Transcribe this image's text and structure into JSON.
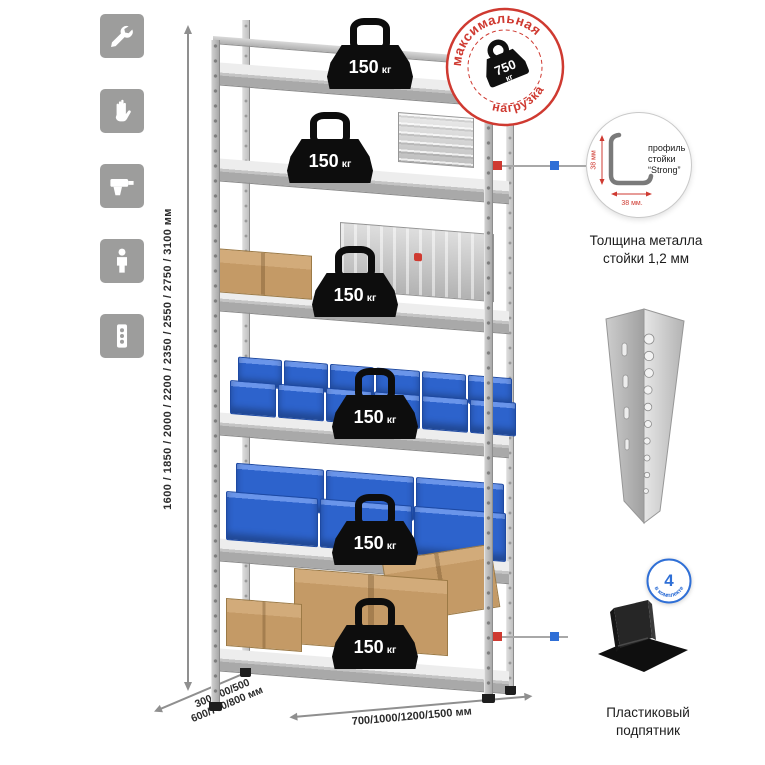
{
  "colors": {
    "accent_red": "#cf3a31",
    "accent_blue": "#2f6fd6",
    "bin_blue": "#2d63cc",
    "cardboard": "#c49a66",
    "icon_gray": "#9d9d9c",
    "metal_gray": "#c6c6c6"
  },
  "left_icons": [
    {
      "name": "wrench"
    },
    {
      "name": "gloves"
    },
    {
      "name": "drill"
    },
    {
      "name": "person"
    },
    {
      "name": "level"
    }
  ],
  "dimensions": {
    "height_label": "1600 / 1850 / 2000 / 2200 / 2350 / 2550 / 2750 / 3100 мм",
    "depth_line1": "300/400/500",
    "depth_line2": "600/700/800 мм",
    "width_label": "700/1000/1200/1500 мм"
  },
  "shelves": [
    {
      "weight": "150",
      "unit": "кг"
    },
    {
      "weight": "150",
      "unit": "кг"
    },
    {
      "weight": "150",
      "unit": "кг"
    },
    {
      "weight": "150",
      "unit": "кг"
    },
    {
      "weight": "150",
      "unit": "кг"
    },
    {
      "weight": "150",
      "unit": "кг"
    }
  ],
  "max_load": {
    "arc_top": "максимальная",
    "arc_bottom": "нагрузка",
    "weight": "750",
    "unit": "кг"
  },
  "profile": {
    "line1": "профиль",
    "line2": "стойки",
    "line3": "“Strong”",
    "dim_vertical": "38 мм",
    "dim_horizontal": "38 мм."
  },
  "thickness_caption": {
    "line1": "Толщина металла",
    "line2": "стойки 1,2 мм"
  },
  "kit_badge": {
    "count": "4",
    "label": "в комплекте"
  },
  "foot_caption": {
    "line1": "Пластиковый",
    "line2": "подпятник"
  }
}
